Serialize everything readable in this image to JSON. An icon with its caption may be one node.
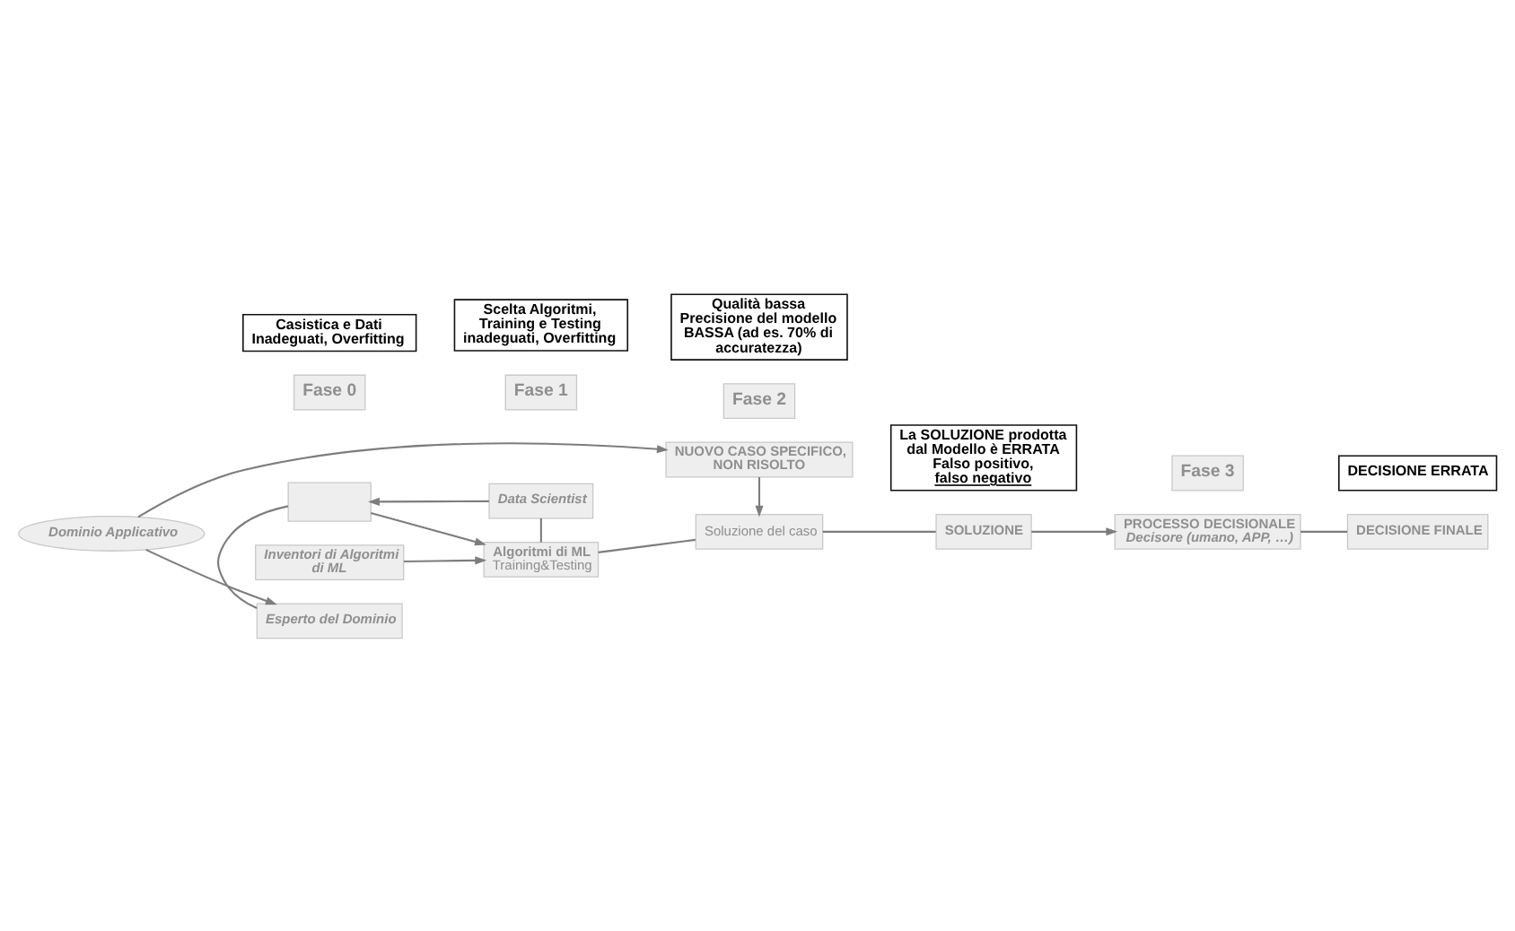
{
  "diagram": {
    "nodes": [
      {
        "text": [
          "Inventori di Algoritmi di ML"
        ]
      },
      {
        "text": [
          "Fase 0"
        ]
      },
      {
        "text": [
          "Fase 1"
        ]
      },
      {
        "text": [
          "Algoritmi di ML",
          "Training&Testing"
        ]
      },
      {
        "text": [],
        "shape": "box"
      },
      {
        "text": [
          "Data Scientist"
        ]
      },
      {
        "text": [
          "Esperto del Dominio"
        ]
      },
      {
        "text": [
          "Dominio Applicativo"
        ]
      },
      {
        "text": [
          "NUOVO CASO SPECIFICO, NON RISOLTO"
        ]
      },
      {
        "text": [
          "Fase 2"
        ]
      },
      {
        "text": [
          "Soluzione del caso"
        ]
      },
      {
        "text": [
          "SOLUZIONE"
        ]
      },
      {
        "text": [
          "Fase 3"
        ]
      },
      {
        "text": [
          "PROCESSO DECISIONALE",
          "Decisore (umano, APP, …)"
        ]
      },
      {
        "text": [
          "DECISIONE FINALE"
        ]
      },
      {
        "text": [
          "Casistica e Dati Inadeguati, Overfitting"
        ]
      },
      {
        "text": [
          "Scelta Algoritmi, Training e Testing inadeguati, Overfitting"
        ]
      },
      {
        "text": [
          "Qualità bassa",
          "Precisione del modello BASSA (ad es. 70% di accuratezza)"
        ]
      },
      {
        "text": [
          "La SOLUZIONE prodotta dal Modello è ERRATA",
          "Falso positivo,",
          "falso negativo"
        ]
      },
      {
        "text": [
          "DECISIONE ERRATA"
        ]
      }
    ],
    "edges": [
      {
        "from": 0,
        "to": 3,
        "arrow": "to"
      },
      {
        "from": 4,
        "to": 3,
        "arrow": "to"
      },
      {
        "from": 5,
        "to": 4,
        "arrow": "to"
      },
      {
        "from": 5,
        "to": 3,
        "arrow": "none"
      },
      {
        "from": 4,
        "to": 6,
        "arrow": "none"
      },
      {
        "from": 7,
        "to": 6,
        "arrow": "to"
      },
      {
        "from": 7,
        "to": 8,
        "arrow": "to"
      },
      {
        "from": 8,
        "to": 10,
        "arrow": "to"
      },
      {
        "from": 3,
        "to": 10,
        "arrow": "none"
      },
      {
        "from": 10,
        "to": 11,
        "arrow": "none"
      },
      {
        "from": 11,
        "to": 13,
        "arrow": "to"
      },
      {
        "from": 13,
        "to": 14,
        "arrow": "none"
      }
    ]
  }
}
